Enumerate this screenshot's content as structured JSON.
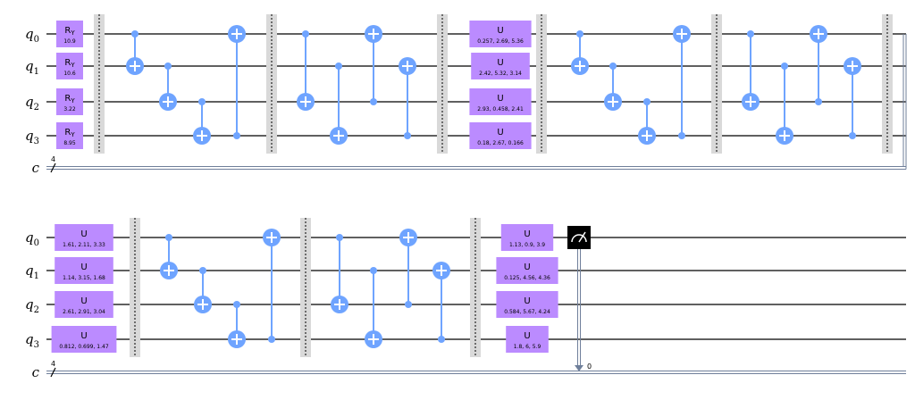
{
  "rows": [
    {
      "qubits": [
        "q0",
        "q1",
        "q2",
        "q3"
      ],
      "classical": {
        "name": "c",
        "size": "4"
      },
      "ops": [
        {
          "t": "g1",
          "col": 1,
          "name": "RY",
          "targets": [
            {
              "q": 0,
              "p": "10.9"
            },
            {
              "q": 1,
              "p": "10.6"
            },
            {
              "q": 2,
              "p": "3.22"
            },
            {
              "q": 3,
              "p": "8.95"
            }
          ]
        },
        {
          "t": "barrier",
          "col": 2
        },
        {
          "t": "cx",
          "col": 3,
          "c": 0,
          "x": 1
        },
        {
          "t": "cx",
          "col": 4,
          "c": 1,
          "x": 2
        },
        {
          "t": "cx",
          "col": 5,
          "c": 2,
          "x": 3
        },
        {
          "t": "cx",
          "col": 6,
          "c": 3,
          "x": 0
        },
        {
          "t": "barrier",
          "col": 7
        },
        {
          "t": "cx",
          "col": 8,
          "c": 0,
          "x": 2
        },
        {
          "t": "cx",
          "col": 9,
          "c": 1,
          "x": 3
        },
        {
          "t": "cx",
          "col": 10,
          "c": 2,
          "x": 0
        },
        {
          "t": "cx",
          "col": 11,
          "c": 3,
          "x": 1
        },
        {
          "t": "barrier",
          "col": 12
        },
        {
          "t": "u",
          "col": 13,
          "name": "U",
          "targets": [
            {
              "q": 0,
              "p": "0.257, 2.69, 5.36"
            },
            {
              "q": 1,
              "p": "2.42, 5.32, 3.14"
            },
            {
              "q": 2,
              "p": "2.93, 0.458, 2.41"
            },
            {
              "q": 3,
              "p": "0.18, 2.67, 0.166"
            }
          ]
        },
        {
          "t": "barrier",
          "col": 14
        },
        {
          "t": "cx",
          "col": 15,
          "c": 0,
          "x": 1
        },
        {
          "t": "cx",
          "col": 16,
          "c": 1,
          "x": 2
        },
        {
          "t": "cx",
          "col": 17,
          "c": 2,
          "x": 3
        },
        {
          "t": "cx",
          "col": 18,
          "c": 3,
          "x": 0
        },
        {
          "t": "barrier",
          "col": 19
        },
        {
          "t": "cx",
          "col": 20,
          "c": 0,
          "x": 2
        },
        {
          "t": "cx",
          "col": 21,
          "c": 1,
          "x": 3
        },
        {
          "t": "cx",
          "col": 22,
          "c": 2,
          "x": 0
        },
        {
          "t": "cx",
          "col": 23,
          "c": 3,
          "x": 1
        },
        {
          "t": "barrier",
          "col": 24
        }
      ]
    },
    {
      "qubits": [
        "q0",
        "q1",
        "q2",
        "q3"
      ],
      "classical": {
        "name": "c",
        "size": "4"
      },
      "ops": [
        {
          "t": "u",
          "col": 1,
          "name": "U",
          "targets": [
            {
              "q": 0,
              "p": "1.61, 2.11, 3.33"
            },
            {
              "q": 1,
              "p": "1.14, 3.15, 1.68"
            },
            {
              "q": 2,
              "p": "2.61, 2.91, 3.04"
            },
            {
              "q": 3,
              "p": "0.812, 0.699, 1.47"
            }
          ]
        },
        {
          "t": "barrier",
          "col": 2
        },
        {
          "t": "cx",
          "col": 3,
          "c": 0,
          "x": 1
        },
        {
          "t": "cx",
          "col": 4,
          "c": 1,
          "x": 2
        },
        {
          "t": "cx",
          "col": 5,
          "c": 2,
          "x": 3
        },
        {
          "t": "cx",
          "col": 6,
          "c": 3,
          "x": 0
        },
        {
          "t": "barrier",
          "col": 7
        },
        {
          "t": "cx",
          "col": 8,
          "c": 0,
          "x": 2
        },
        {
          "t": "cx",
          "col": 9,
          "c": 1,
          "x": 3
        },
        {
          "t": "cx",
          "col": 10,
          "c": 2,
          "x": 0
        },
        {
          "t": "cx",
          "col": 11,
          "c": 3,
          "x": 1
        },
        {
          "t": "barrier",
          "col": 12
        },
        {
          "t": "u",
          "col": 13,
          "name": "U",
          "targets": [
            {
              "q": 0,
              "p": "1.13, 0.9, 3.9"
            },
            {
              "q": 1,
              "p": "0.125, 4.56, 4.36"
            },
            {
              "q": 2,
              "p": "0.584, 5.67, 4.24"
            },
            {
              "q": 3,
              "p": "1.8, 6, 5.9"
            }
          ]
        },
        {
          "t": "measure",
          "col": 14,
          "q": 0,
          "bit": "0"
        }
      ]
    }
  ]
}
